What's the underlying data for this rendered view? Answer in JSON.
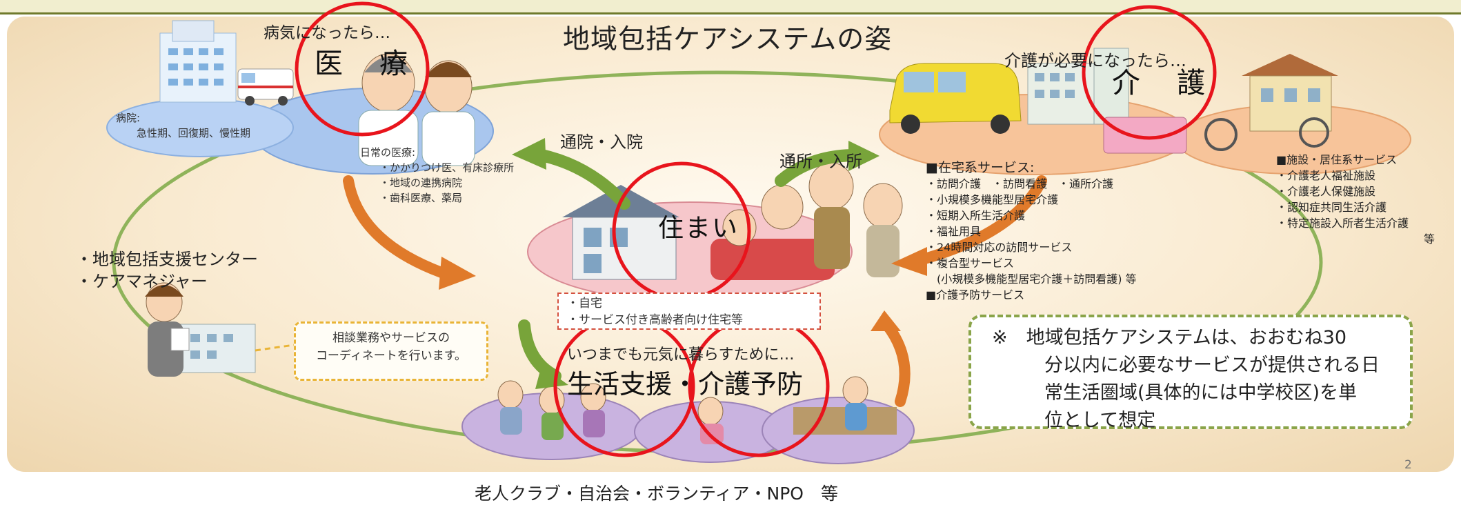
{
  "page_number": "2",
  "title": "地域包括ケアシステムの姿",
  "medical": {
    "caption": "病気になったら…",
    "label": "医　療",
    "hospital_lines": [
      "病院:",
      "急性期、回復期、慢性期"
    ],
    "daily_lines": [
      "日常の医療:",
      "・かかりつけ医、有床診療所",
      "・地域の連携病院",
      "・歯科医療、薬局"
    ]
  },
  "care": {
    "caption": "介護が必要になったら…",
    "label": "介　護",
    "home_services": [
      "■在宅系サービス:",
      "・訪問介護　・訪問看護　・通所介護",
      "・小規模多機能型居宅介護",
      "・短期入所生活介護",
      "・福祉用具",
      "・24時間対応の訪問サービス",
      "・複合型サービス",
      "　(小規模多機能型居宅介護＋訪問看護) 等",
      "■介護予防サービス"
    ],
    "facility_services": [
      "■施設・居住系サービス",
      "・介護老人福祉施設",
      "・介護老人保健施設",
      "・認知症共同生活介護",
      "・特定施設入所者生活介護",
      "等"
    ]
  },
  "housing": {
    "label": "住まい",
    "items": [
      "・自宅",
      "・サービス付き高齢者向け住宅等"
    ]
  },
  "arrows": {
    "to_medical": "通院・入院",
    "to_care": "通所・入所"
  },
  "support": {
    "lines": [
      "・地域包括支援センター",
      "・ケアマネジャー"
    ],
    "consult": [
      "相談業務やサービスの",
      "コーディネートを行います。"
    ]
  },
  "life": {
    "caption": "いつまでも元気に暮らすために…",
    "label": "生活支援・介護予防",
    "footer": "老人クラブ・自治会・ボランティア・NPO　等"
  },
  "note": {
    "lines": [
      "※　地域包括ケアシステムは、おおむね30",
      "分以内に必要なサービスが提供される日",
      "常生活圏域(具体的には中学校区)を単",
      "位として想定"
    ]
  },
  "colors": {
    "circle_highlight": "#e8141c",
    "cycle_line": "#8fb35a",
    "arrow_orange": "#e07a2a",
    "arrow_green": "#78a43a",
    "note_border": "#8aa449",
    "consult_border": "#e9b436"
  }
}
